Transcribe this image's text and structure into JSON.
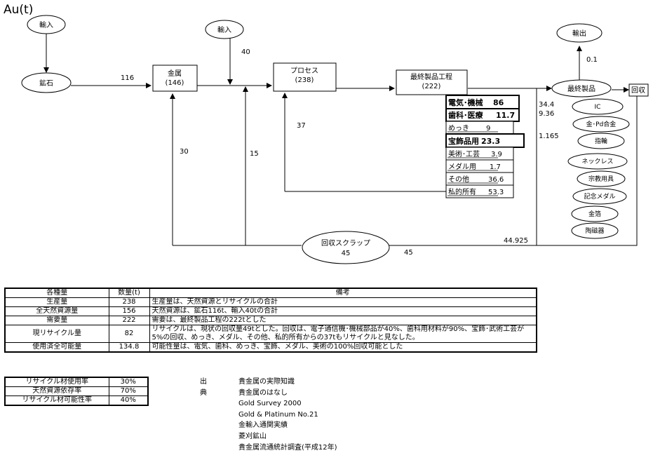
{
  "unit_title": "Au(t)",
  "nodes": {
    "import1": "輸入",
    "ore": "鉱石",
    "import2": "輸入",
    "metal_label": "金属",
    "metal_value": "(146)",
    "process_label": "プロセス",
    "process_value": "(238)",
    "final_process_label": "最終製品工程",
    "final_process_value": "(222)",
    "export": "輸出",
    "final_product": "最終製品",
    "recovery": "回収",
    "scrap_label": "回収スクラップ",
    "scrap_value": "45"
  },
  "flows": {
    "ore_to_metal": "116",
    "import_to_process": "40",
    "scrap_to_metal": "30",
    "scrap_to_process_line": "15",
    "recycle_to_process": "37",
    "to_export": "0.1",
    "product_a": "34.4",
    "product_b": "9.36",
    "product_c": "1.165",
    "scrap_total": "44.925",
    "scrap_out": "45"
  },
  "uses": [
    {
      "label": "電気･機械",
      "value": "86",
      "bold": true
    },
    {
      "label": "歯科･医療",
      "value": "11.7",
      "bold": true
    },
    {
      "label": "めっき",
      "value": "9",
      "bold": false
    },
    {
      "label": "宝飾品用",
      "value": "23.3",
      "bold": true
    },
    {
      "label": "美術･工芸",
      "value": "3.9",
      "bold": false
    },
    {
      "label": "メダル用",
      "value": "1.7",
      "bold": false
    },
    {
      "label": "その他",
      "value": "36.6",
      "bold": false
    },
    {
      "label": "私的所有",
      "value": "53.3",
      "bold": false
    }
  ],
  "products": [
    "IC",
    "金･Pd合金",
    "指輪",
    "ネックレス",
    "宗教用具",
    "記念メダル",
    "金箔",
    "陶磁器"
  ],
  "summary": {
    "headers": [
      "各種量",
      "数量(t)",
      "備考"
    ],
    "rows": [
      {
        "name": "生産量",
        "qty": "238",
        "note": "生産量は、天然資源とリサイクルの合計"
      },
      {
        "name": "全天然資源量",
        "qty": "156",
        "note": "天然資源は、鉱石116t、輸入40tの合計"
      },
      {
        "name": "需要量",
        "qty": "222",
        "note": "需要は、最終製品工程の222tとした"
      },
      {
        "name": "現リサイクル量",
        "qty": "82",
        "note": "リサイクルは、現状の回収量49tとした。回収は、電子通信機･機械部品が40%、歯科用材料が90%、宝飾･武術工芸が5%の回収、めっき、メダル、その他、私的所有からの37tもリサイクルと見なした。"
      },
      {
        "name": "使用済全可能量",
        "qty": "134.8",
        "note": "可能性量は、電気、歯科、めっき、宝飾、メダル、美術の100%回収可能とした"
      }
    ]
  },
  "rates": [
    {
      "name": "リサイクル材使用率",
      "value": "30%"
    },
    {
      "name": "天然資源依存率",
      "value": "70%"
    },
    {
      "name": "リサイクル材可能性率",
      "value": "40%"
    }
  ],
  "sources": {
    "label": "出典",
    "items": [
      "貴金属の実際知識",
      "貴金属のはなし",
      "Gold Survey 2000",
      "Gold & Platinum No.21",
      "金輸入通関実績",
      "菱刈鉱山",
      "貴金属流通統計調査(平成12年)"
    ]
  }
}
